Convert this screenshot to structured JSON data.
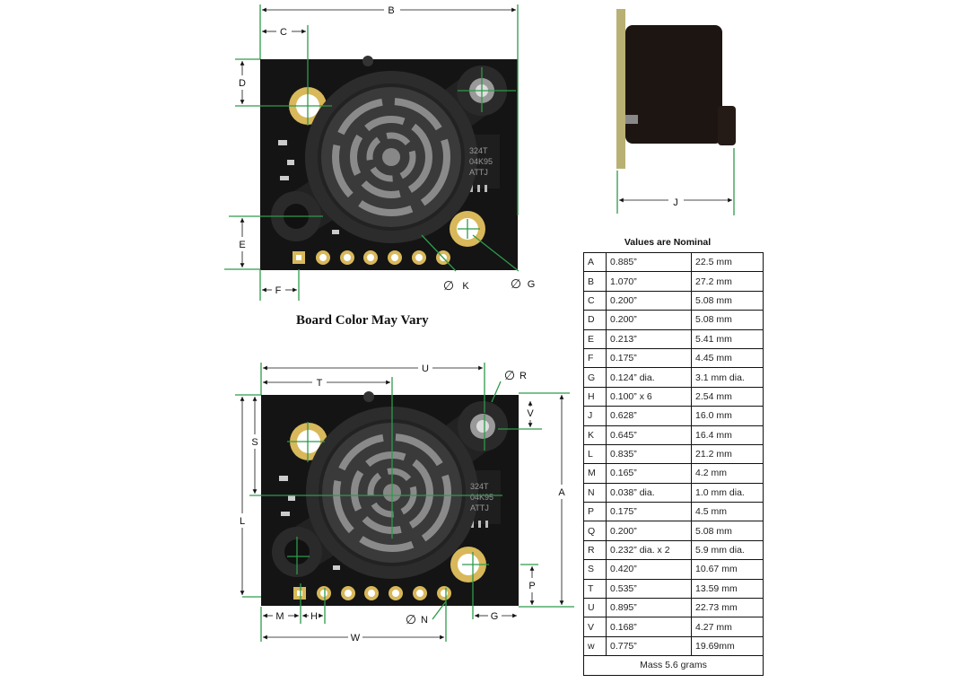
{
  "caption": "Board Color May Vary",
  "table": {
    "title": "Values are Nominal",
    "rows": [
      {
        "label": "A",
        "inch": "0.885”",
        "mm": "22.5 mm"
      },
      {
        "label": "B",
        "inch": "1.070”",
        "mm": "27.2 mm"
      },
      {
        "label": "C",
        "inch": "0.200”",
        "mm": "5.08 mm"
      },
      {
        "label": "D",
        "inch": "0.200”",
        "mm": "5.08 mm"
      },
      {
        "label": "E",
        "inch": "0.213”",
        "mm": "5.41 mm"
      },
      {
        "label": "F",
        "inch": "0.175”",
        "mm": "4.45 mm"
      },
      {
        "label": "G",
        "inch": "0.124” dia.",
        "mm": "3.1 mm dia."
      },
      {
        "label": "H",
        "inch": "0.100” x 6",
        "mm": "2.54 mm"
      },
      {
        "label": "J",
        "inch": "0.628”",
        "mm": "16.0 mm"
      },
      {
        "label": "K",
        "inch": "0.645”",
        "mm": "16.4 mm"
      },
      {
        "label": "L",
        "inch": "0.835”",
        "mm": "21.2 mm"
      },
      {
        "label": "M",
        "inch": "0.165”",
        "mm": "4.2 mm"
      },
      {
        "label": "N",
        "inch": "0.038” dia.",
        "mm": "1.0 mm dia."
      },
      {
        "label": "P",
        "inch": "0.175”",
        "mm": "4.5 mm"
      },
      {
        "label": "Q",
        "inch": "0.200”",
        "mm": "5.08 mm"
      },
      {
        "label": "R",
        "inch": "0.232” dia. x 2",
        "mm": "5.9 mm dia."
      },
      {
        "label": "S",
        "inch": "0.420”",
        "mm": "10.67 mm"
      },
      {
        "label": "T",
        "inch": "0.535”",
        "mm": "13.59 mm"
      },
      {
        "label": "U",
        "inch": "0.895”",
        "mm": "22.73 mm"
      },
      {
        "label": "V",
        "inch": "0.168”",
        "mm": "4.27 mm"
      },
      {
        "label": "w",
        "inch": "0.775”",
        "mm": "19.69mm"
      }
    ],
    "footer": "Mass 5.6 grams"
  },
  "dims": {
    "diameter": "∅",
    "A": "A",
    "B": "B",
    "C": "C",
    "D": "D",
    "E": "E",
    "F": "F",
    "G": "G",
    "H": "H",
    "J": "J",
    "K": "K",
    "L": "L",
    "M": "M",
    "N": "N",
    "P": "P",
    "R": "R",
    "S": "S",
    "T": "T",
    "U": "U",
    "V": "V",
    "W": "W"
  },
  "chip_marking": [
    "324T",
    "04K95",
    "ATTJ"
  ],
  "colors": {
    "dimension_line": "#2e9a4a",
    "board": "#111111",
    "gold": "#d8b85a"
  }
}
